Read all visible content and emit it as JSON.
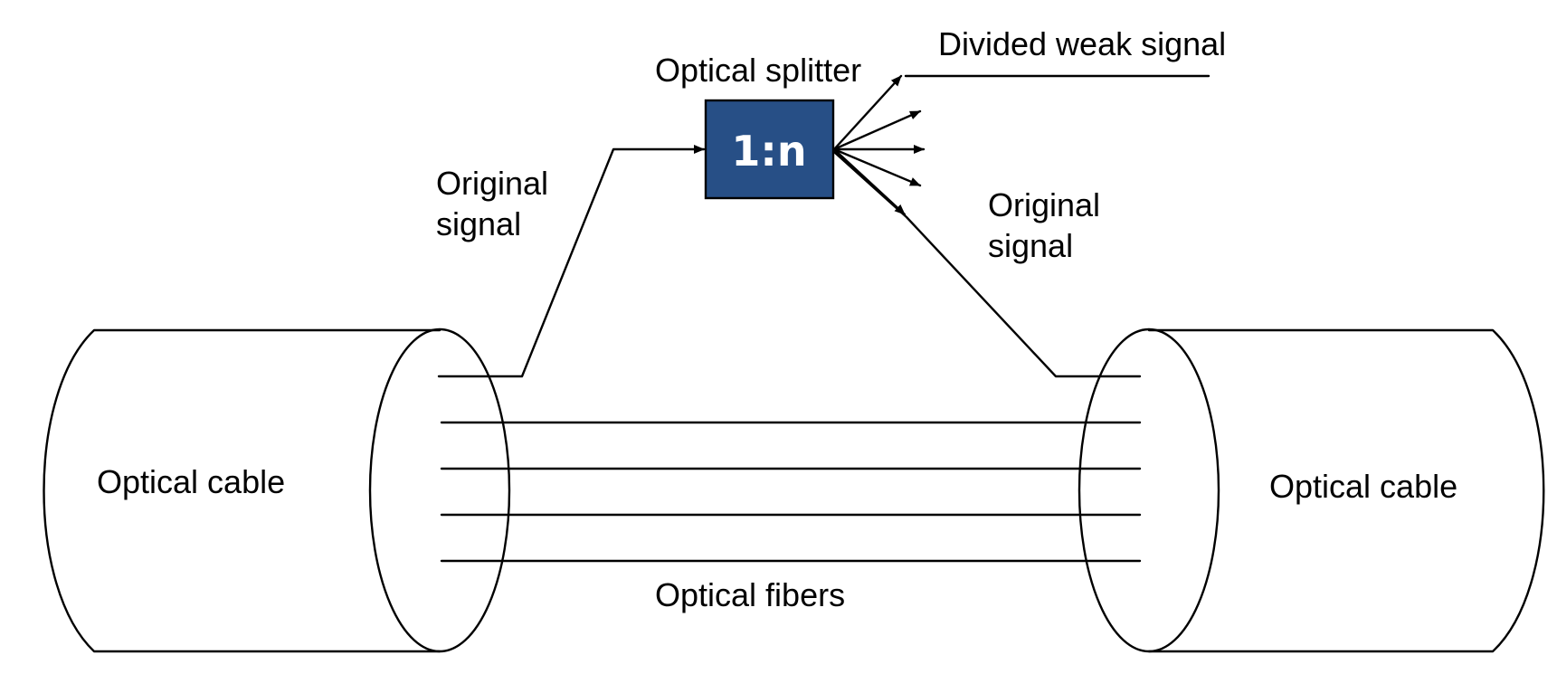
{
  "labels": {
    "left_cable": "Optical cable",
    "right_cable": "Optical cable",
    "fibers": "Optical fibers",
    "splitter": "Optical splitter",
    "splitter_ratio": "1:n",
    "divided_signal": "Divided weak signal",
    "original_signal_left": [
      "Original",
      "signal"
    ],
    "original_signal_right": [
      "Original",
      "signal"
    ]
  },
  "colors": {
    "splitter_fill": "#274f86",
    "splitter_text": "#ffffff",
    "line": "#000000",
    "background": "#ffffff"
  }
}
